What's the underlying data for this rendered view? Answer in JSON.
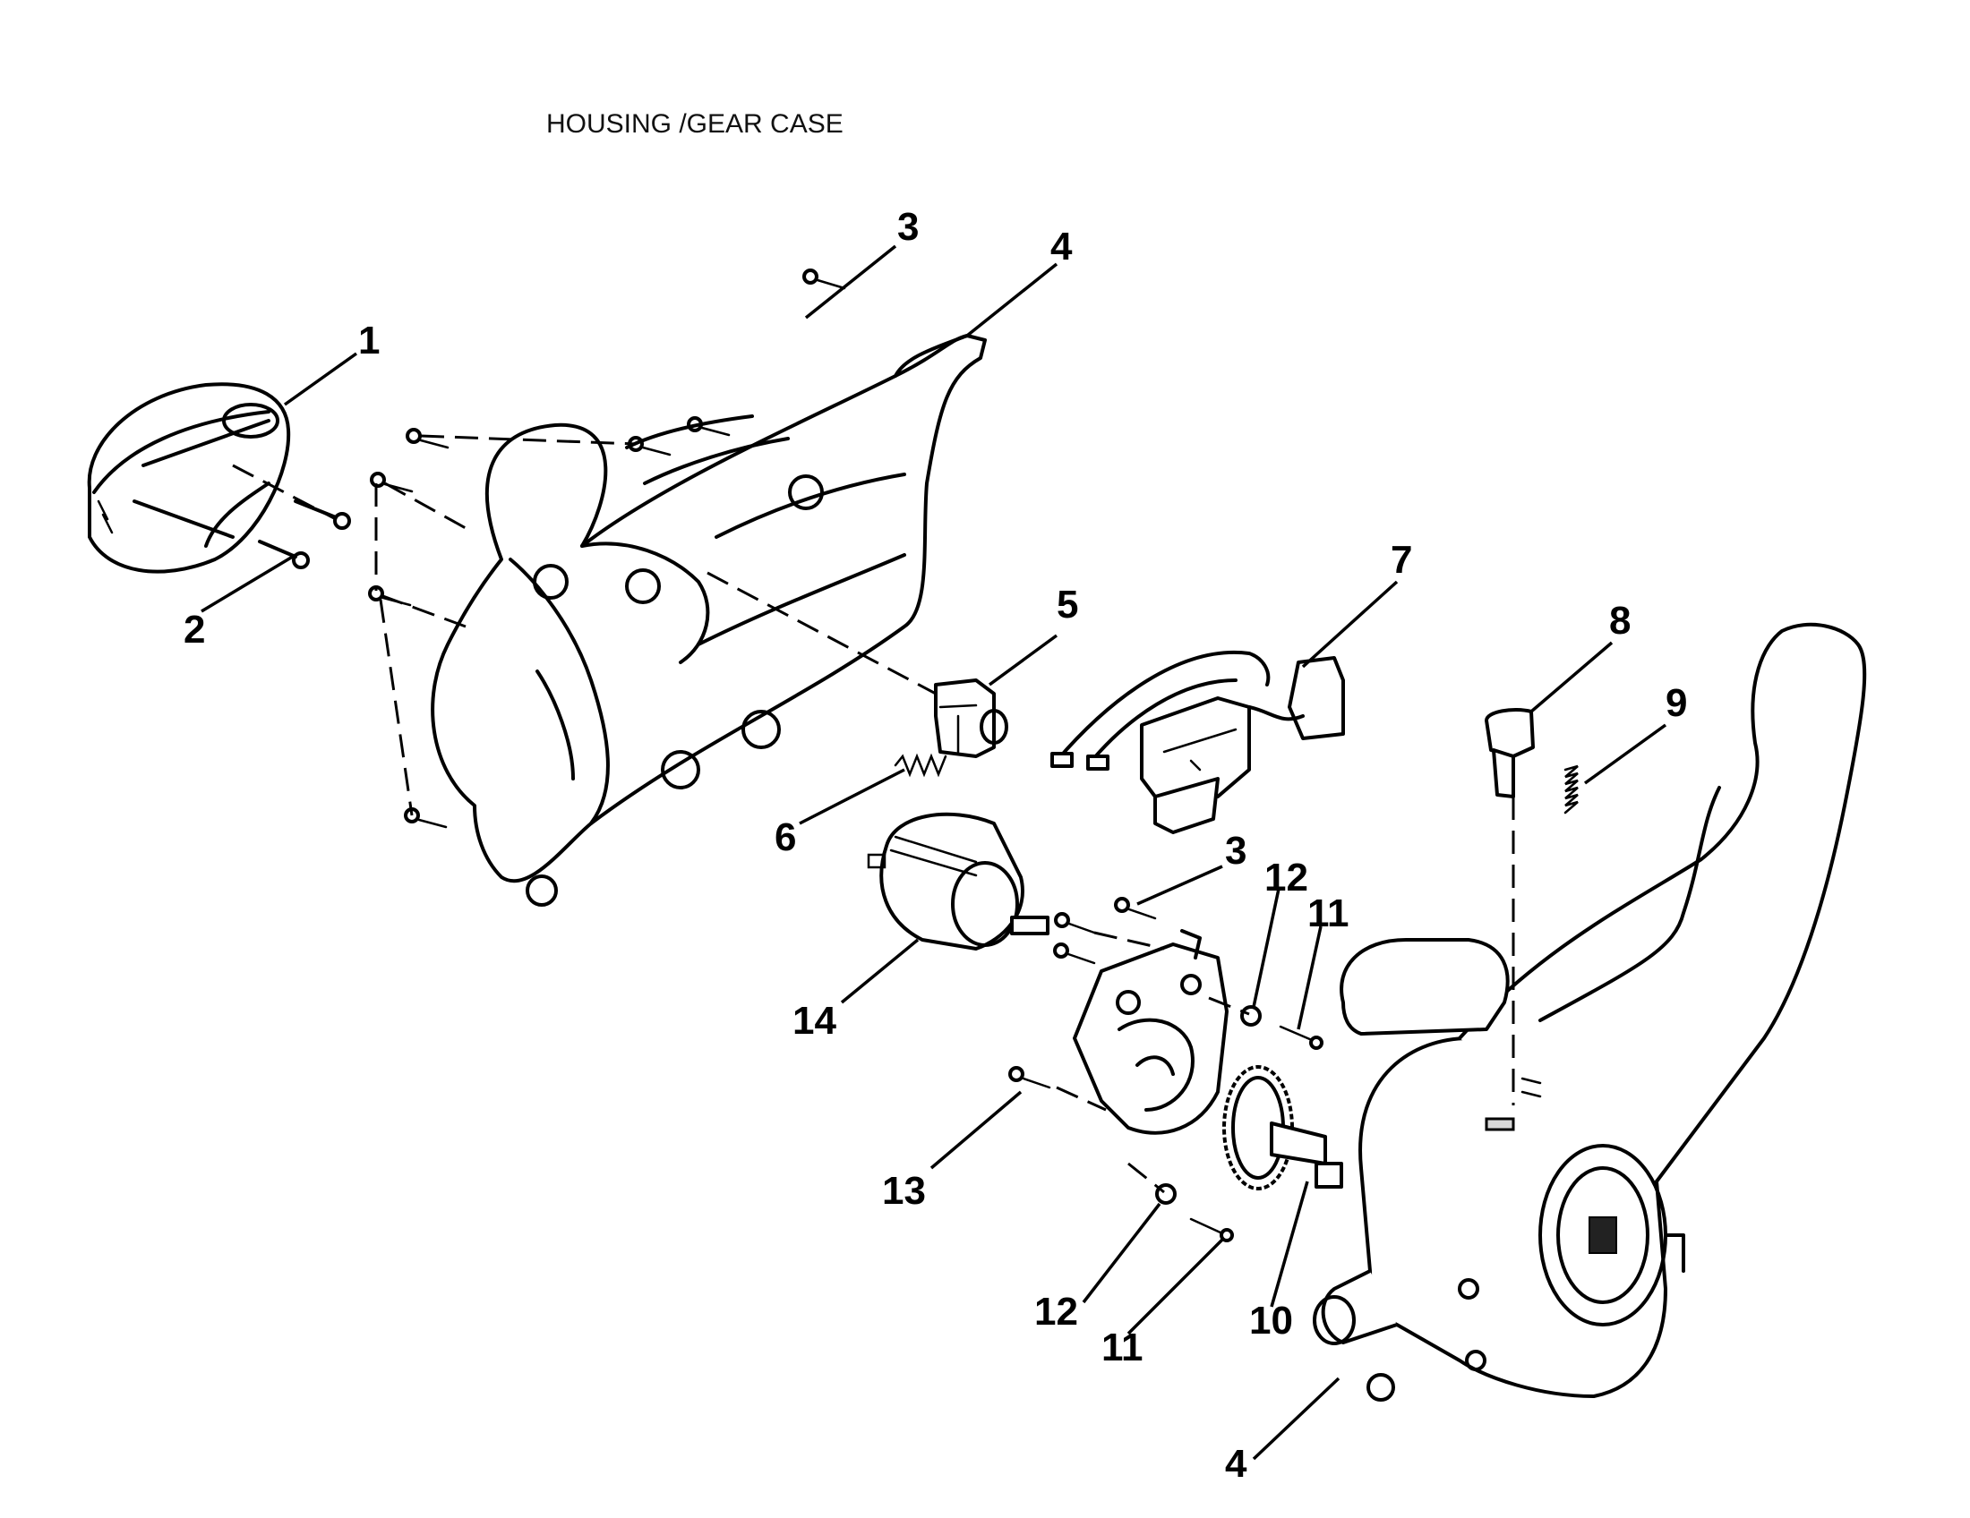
{
  "title": "HOUSING /GEAR CASE",
  "callouts": {
    "c1": "1",
    "c2": "2",
    "c3a": "3",
    "c3b": "3",
    "c4a": "4",
    "c4b": "4",
    "c5": "5",
    "c6": "6",
    "c7": "7",
    "c8": "8",
    "c9": "9",
    "c10": "10",
    "c11a": "11",
    "c11b": "11",
    "c12a": "12",
    "c12b": "12",
    "c13": "13",
    "c14": "14"
  }
}
